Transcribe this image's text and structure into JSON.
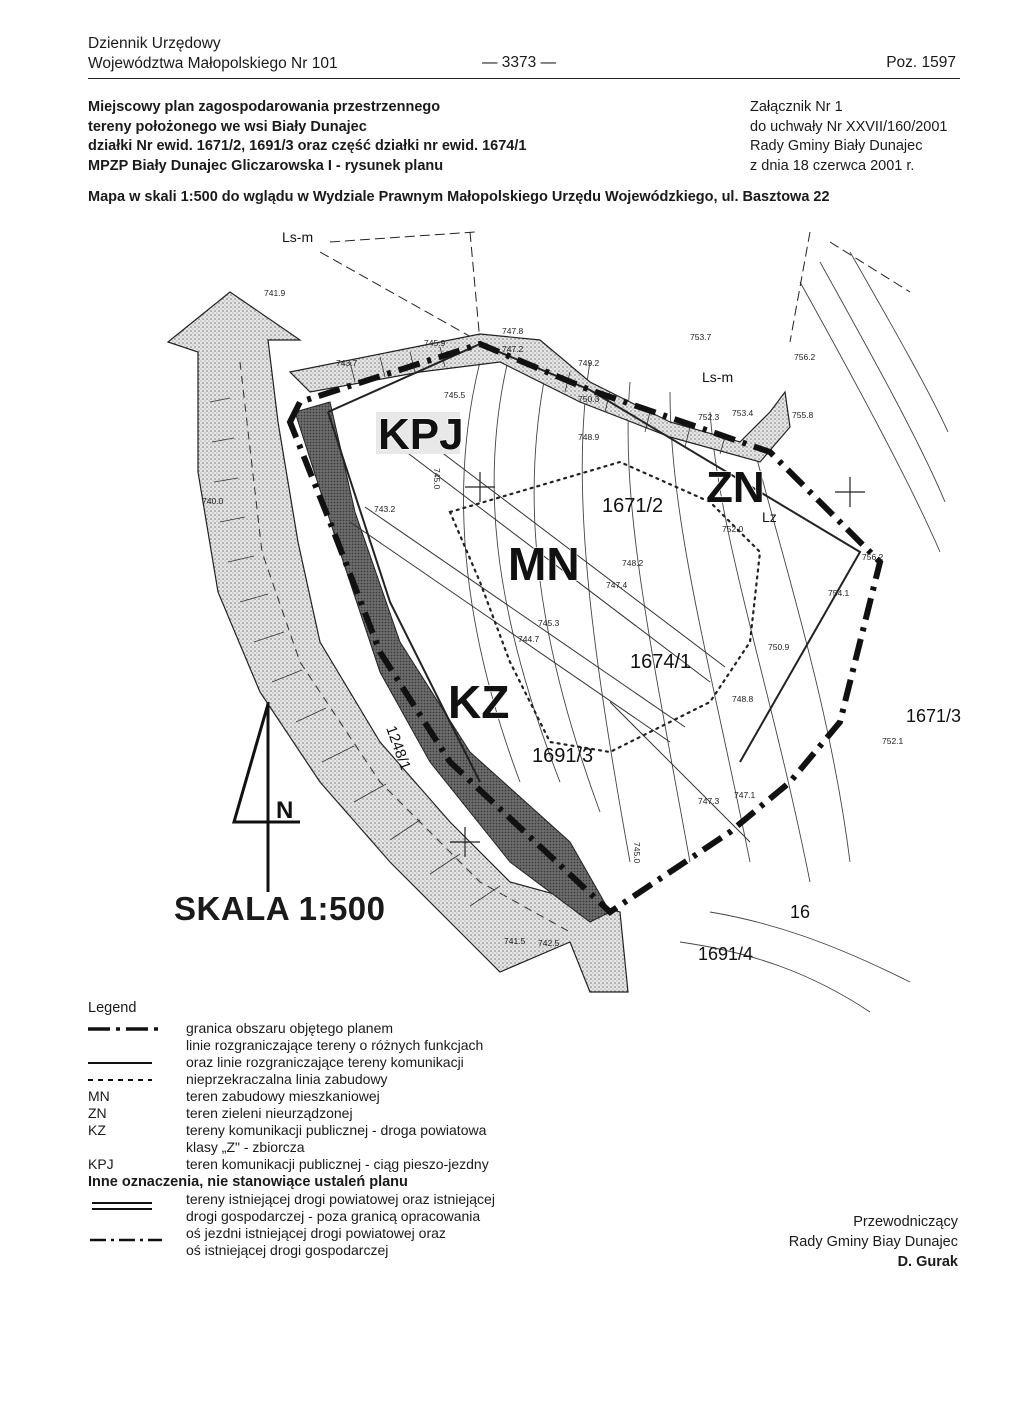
{
  "header": {
    "journal_line1": "Dziennik Urzędowy",
    "journal_line2": "Województwa Małopolskiego Nr 101",
    "page_number": "— 3373 —",
    "position": "Poz. 1597"
  },
  "title": {
    "lines": [
      "Miejscowy plan zagospodarowania przestrzennego",
      "tereny położonego we wsi Biały Dunajec",
      "działki Nr ewid. 1671/2, 1691/3 oraz część działki nr ewid. 1674/1",
      "MPZP Biały Dunajec Gliczarowska I - rysunek planu"
    ]
  },
  "annex": {
    "lines": [
      "Załącznik Nr 1",
      "do uchwały Nr XXVII/160/2001",
      "Rady Gminy Biały Dunajec",
      "z dnia 18 czerwca 2001 r."
    ]
  },
  "map_note": "Mapa w skali 1:500 do wglądu w Wydziale Prawnym Małopolskiego Urzędu Wojewódzkiego, ul. Basztowa 22",
  "map": {
    "zone_labels": {
      "kpj": "KPJ",
      "mn": "MN",
      "zn": "ZN",
      "kz": "KZ"
    },
    "parcels": [
      "1671/2",
      "1674/1",
      "1691/3",
      "1691/4",
      "1671/3",
      "1248/1",
      "16"
    ],
    "use_labels": [
      "Ls-m",
      "Ls-m",
      "Lz"
    ],
    "heights": [
      "741.9",
      "743.7",
      "745.9",
      "747.8",
      "753.7",
      "756.2",
      "749.2",
      "750.3",
      "752.3",
      "753.4",
      "755.8",
      "748.9",
      "740.0",
      "743.2",
      "748.2",
      "747.4",
      "745.3",
      "744.7",
      "752.0",
      "756.2",
      "754.1",
      "750.9",
      "748.8",
      "752.1",
      "747.3",
      "747.1",
      "741.5",
      "742.5",
      "745.0",
      "745.0",
      "745.5",
      "747.2"
    ],
    "north_label": "N",
    "scale_label": "SKALA 1:500"
  },
  "legend": {
    "title": "Legend",
    "items": [
      {
        "code": "",
        "text": [
          "granica obszaru objętego planem"
        ]
      },
      {
        "code": "",
        "text": [
          "linie rozgraniczające tereny o różnych funkcjach",
          "oraz linie rozgraniczające tereny komunikacji"
        ]
      },
      {
        "code": "",
        "text": [
          "nieprzekraczalna linia zabudowy"
        ]
      },
      {
        "code": "MN",
        "text": [
          "teren zabudowy mieszkaniowej"
        ]
      },
      {
        "code": "ZN",
        "text": [
          "teren zieleni nieurządzonej"
        ]
      },
      {
        "code": "KZ",
        "text": [
          "tereny komunikacji publicznej - droga powiatowa",
          "klasy „Z\" - zbiorcza"
        ]
      },
      {
        "code": "KPJ",
        "text": [
          "teren komunikacji publicznej - ciąg pieszo-jezdny"
        ]
      }
    ],
    "subtitle": "Inne oznaczenia, nie stanowiące ustaleń planu",
    "other_items": [
      {
        "text": [
          "tereny istniejącej drogi powiatowej oraz istniejącej",
          "drogi gospodarczej - poza granicą opracowania"
        ]
      },
      {
        "text": [
          "oś jezdni istniejącej drogi powiatowej oraz",
          "oś istniejącej drogi gospodarczej"
        ]
      }
    ]
  },
  "signature": {
    "role": "Przewodniczący",
    "body": "Rady Gminy Biay Dunajec",
    "name": "D. Gurak"
  }
}
